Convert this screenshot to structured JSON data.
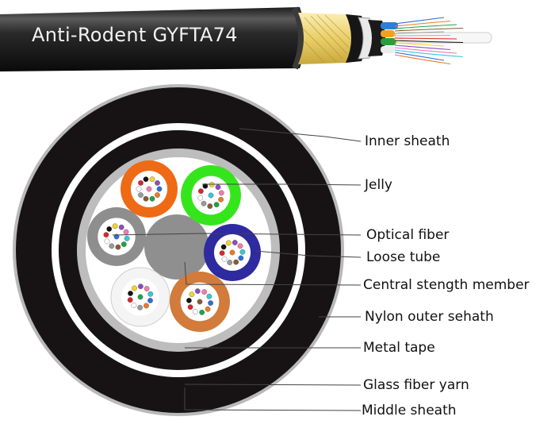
{
  "cable_title": "Anti-Rodent GYFTA74",
  "labels": {
    "inner_sheath": "Inner sheath",
    "jelly": "Jelly",
    "optical_fiber": "Optical fiber",
    "loose_tube": "Loose tube",
    "central_strength_member": "Central stength member",
    "nylon_outer_sheath": "Nylon outer sehath",
    "metal_tape": "Metal tape",
    "glass_fiber_yarn": "Glass fiber yarn",
    "middle_sheath": "Middle sheath"
  },
  "colors": {
    "sheath_black": "#171314",
    "outer_ring_grey": "#b9b9b9",
    "inner_ring_grey": "#bdbdbd",
    "central_member": "#8f8f8f",
    "tube_orange": "#ee6a15",
    "tube_green": "#35e51c",
    "tube_grey": "#8e8e8e",
    "tube_blue": "#2e2aa0",
    "tube_white": "#f4f4f4",
    "tube_brown": "#d27b3b",
    "yarn_yellow": "#f5e08f"
  },
  "fiber_colors": [
    "#2c6fd8",
    "#ee7a26",
    "#1ba548",
    "#8a5a32",
    "#9a9a9a",
    "#ffffff",
    "#d9262a",
    "#111111",
    "#f1d52a",
    "#8e4bc0",
    "#f07bb0",
    "#35c8d8"
  ]
}
